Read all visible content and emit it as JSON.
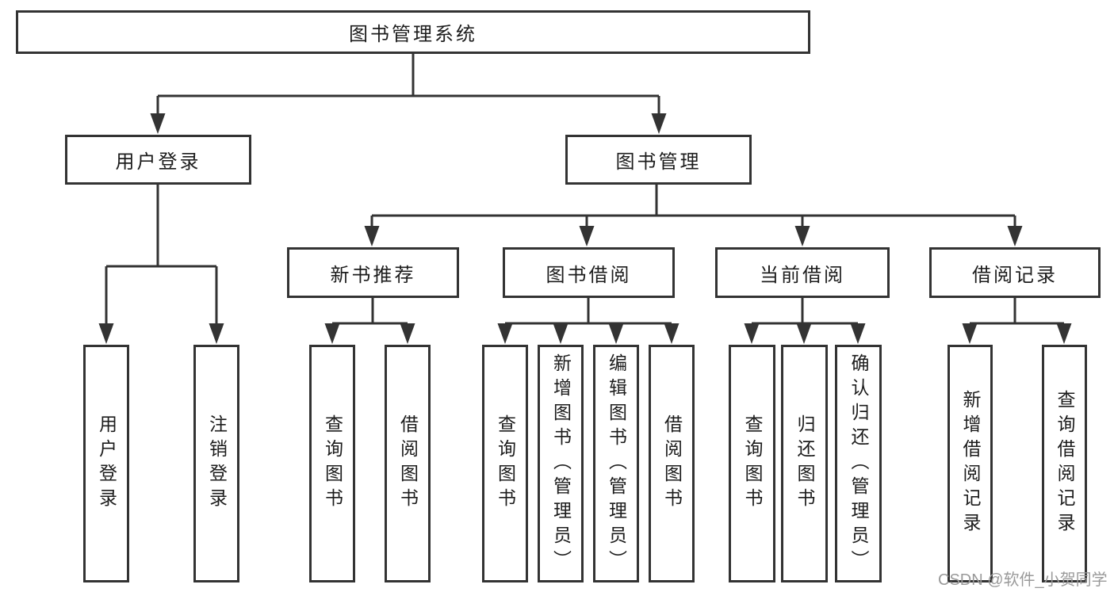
{
  "diagram": {
    "nodes": {
      "root": "图书管理系统",
      "user_login": "用户登录",
      "book_mgmt": "图书管理",
      "new_book_rec": "新书推荐",
      "book_borrow": "图书借阅",
      "current_borrow": "当前借阅",
      "borrow_records": "借阅记录",
      "user_login_children": {
        "login": "用户登录",
        "logout": "注销登录"
      },
      "new_book_rec_children": {
        "query_books": "查询图书",
        "borrow_books": "借阅图书"
      },
      "book_borrow_children": {
        "query_books": "查询图书",
        "add_books": "新增图书（管理员）",
        "edit_books": "编辑图书（管理员）",
        "borrow_books": "借阅图书"
      },
      "current_borrow_children": {
        "query_books": "查询图书",
        "return_books": "归还图书",
        "confirm_return": "确认归还（管理员）"
      },
      "borrow_records_children": {
        "add_record": "新增借阅记录",
        "query_record": "查询借阅记录"
      }
    },
    "colors": {
      "line": "#333333",
      "box_border": "#333333",
      "text": "#1c1c1c",
      "watermark": "#9a9a9a"
    }
  },
  "watermark": {
    "text": "CSDN @软件_小贺同学"
  }
}
